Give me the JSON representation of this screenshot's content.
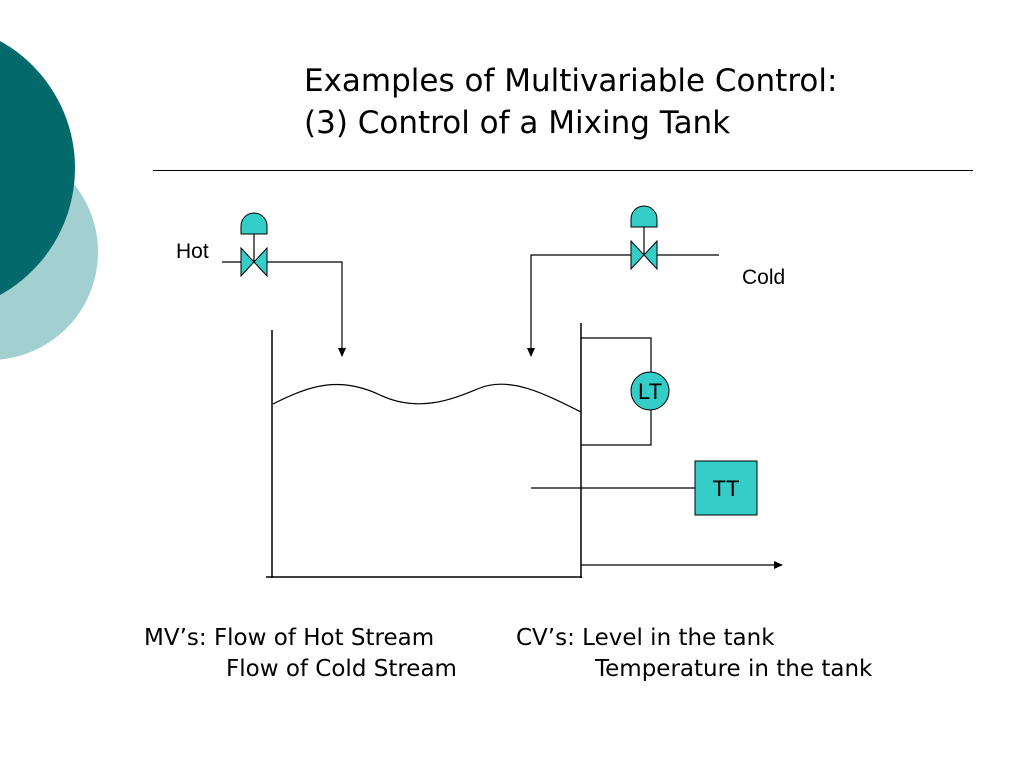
{
  "slide": {
    "title_line1": "Examples of Multivariable Control:",
    "title_line2": "(3) Control of a Mixing Tank"
  },
  "diagram": {
    "hot_label": "Hot",
    "cold_label": "Cold",
    "level_transmitter": "LT",
    "temperature_transmitter": "TT"
  },
  "notes": {
    "mv_label": "MV’s:",
    "mv_item1": "Flow of Hot Stream",
    "mv_item2": "Flow of Cold Stream",
    "cv_label": "CV’s:",
    "cv_item1": "Level in the tank",
    "cv_item2": "Temperature in the tank"
  },
  "colors": {
    "deco_dark": "#04696a",
    "deco_light": "#a2cfd0",
    "instrument_fill": "#35cdc8"
  }
}
